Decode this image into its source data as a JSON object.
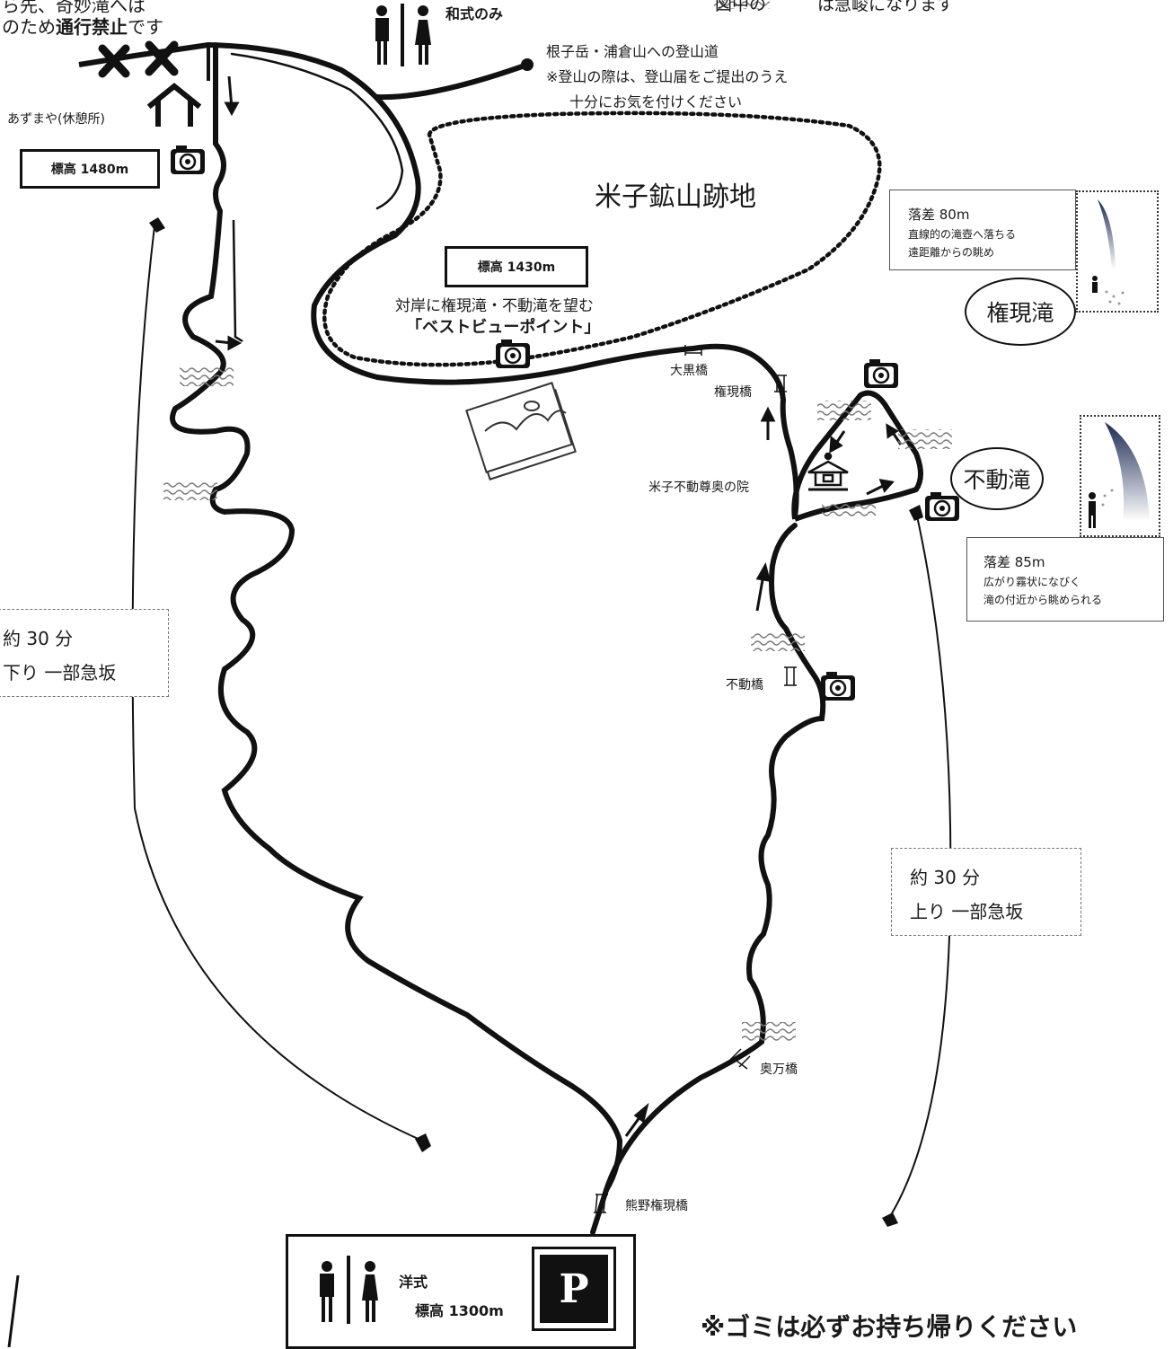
{
  "notes": {
    "top_left_line1": "ら先、奇妙滝へは",
    "top_left_line2_prefix": "のため",
    "top_left_line2_bold": "通行禁止",
    "top_left_line2_suffix": "です",
    "top_right": "図中の　　　は急峻になります",
    "toilet_top": "和式のみ",
    "trail_line1": "根子岳・浦倉山への登山道",
    "trail_line2": "※登山の際は、登山届をご提出のうえ",
    "trail_line3": "十分にお気を付けください",
    "azumaya": "あずまや(休憩所)",
    "garbage": "※ゴミは必ずお持ち帰りください"
  },
  "elevations": {
    "top": "標高 1480m",
    "mid": "標高 1430m",
    "bottom": "標高 1300m"
  },
  "areas": {
    "mine_site": "米子鉱山跡地",
    "best_view_line1": "対岸に権現滝・不動滝を望む",
    "best_view_line2": "「ベストビューポイント」"
  },
  "bridges": {
    "daikoku": "大黒橋",
    "gongen": "権現橋",
    "fudo": "不動橋",
    "okuman": "奥万橋",
    "kumano": "熊野権現橋"
  },
  "temple": "米子不動尊奥の院",
  "waterfalls": {
    "gongen": {
      "name": "権現滝",
      "drop": "落差 80m",
      "desc1": "直線的の滝壺へ落ちる",
      "desc2": "遠距離からの眺め"
    },
    "fudo": {
      "name": "不動滝",
      "drop": "落差 85m",
      "desc1": "広がり霧状になびく",
      "desc2": "滝の付近から眺められる"
    }
  },
  "routes": {
    "left_time": "約 30 分",
    "left_desc": "下り 一部急坂",
    "right_time": "約 30 分",
    "right_desc": "上り 一部急坂"
  },
  "parking": {
    "toilet_type": "洋式",
    "symbol": "P"
  },
  "colors": {
    "path": "#111111",
    "background": "#ffffff",
    "steep_marker": "#888888"
  }
}
